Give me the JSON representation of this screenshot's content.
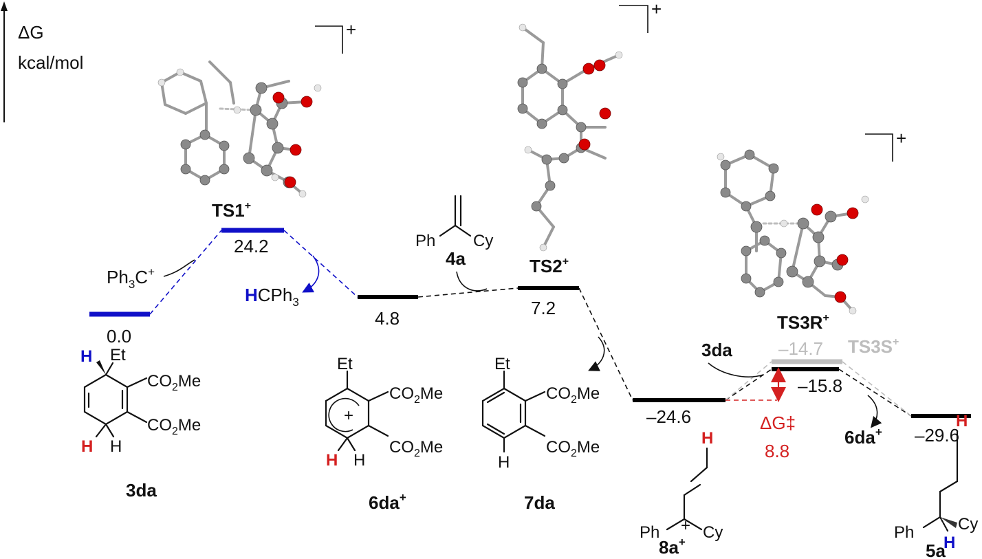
{
  "axis": {
    "symbol": "ΔG",
    "unit": "kcal/mol"
  },
  "reagents": {
    "trityl_cation": "Ph3C+",
    "trityl_hydride_H": "H",
    "trityl_hydride_rest": "CPh3",
    "alkene_ph": "Ph",
    "alkene_cy": "Cy",
    "alkene_id": "4a",
    "shuttle_3da": "3da",
    "product_6da": "6da+"
  },
  "states": [
    {
      "id": "3da",
      "energy": "0.0",
      "color": "#1010c8"
    },
    {
      "id": "TS1+",
      "energy": "24.2",
      "color": "#1010c8"
    },
    {
      "id": "6da+",
      "energy": "4.8",
      "color": "#000000"
    },
    {
      "id": "TS2+",
      "energy": "7.2",
      "color": "#000000"
    },
    {
      "id": "8a+",
      "energy": "–24.6",
      "color": "#000000"
    },
    {
      "id": "TS3R+",
      "energy": "–15.8",
      "color": "#000000"
    },
    {
      "id": "TS3S+",
      "energy": "–14.7",
      "color": "#bdbdbd"
    },
    {
      "id": "5a",
      "energy": "–29.6",
      "color": "#000000"
    }
  ],
  "ts_labels": {
    "ts1": "TS1",
    "ts2": "TS2",
    "ts3r": "TS3R",
    "ts3s": "TS3S",
    "plus": "+"
  },
  "barrier": {
    "symbol": "ΔG‡",
    "value": "8.8",
    "color": "#d42020"
  },
  "structures": {
    "s3da": {
      "h_top": "H",
      "et": "Et",
      "co2me_1": "CO2Me",
      "co2me_2": "CO2Me",
      "h_red": "H",
      "h_black": "H",
      "name": "3da"
    },
    "s6da": {
      "et": "Et",
      "co2me_1": "CO2Me",
      "co2me_2": "CO2Me",
      "plus": "+",
      "h_red": "H",
      "h_black": "H",
      "name": "6da+"
    },
    "s7da": {
      "et": "Et",
      "co2me_1": "CO2Me",
      "co2me_2": "CO2Me",
      "h": "H",
      "name": "7da"
    },
    "s8a": {
      "h": "H",
      "ph": "Ph",
      "plus": "+",
      "cy": "Cy",
      "name": "8a+"
    },
    "s5a": {
      "h_red": "H",
      "ph": "Ph",
      "cy": "Cy",
      "h_blue": "H",
      "name": "5a"
    }
  },
  "colors": {
    "blue": "#1010c8",
    "red": "#d42020",
    "grey": "#bdbdbd",
    "black": "#000000"
  }
}
